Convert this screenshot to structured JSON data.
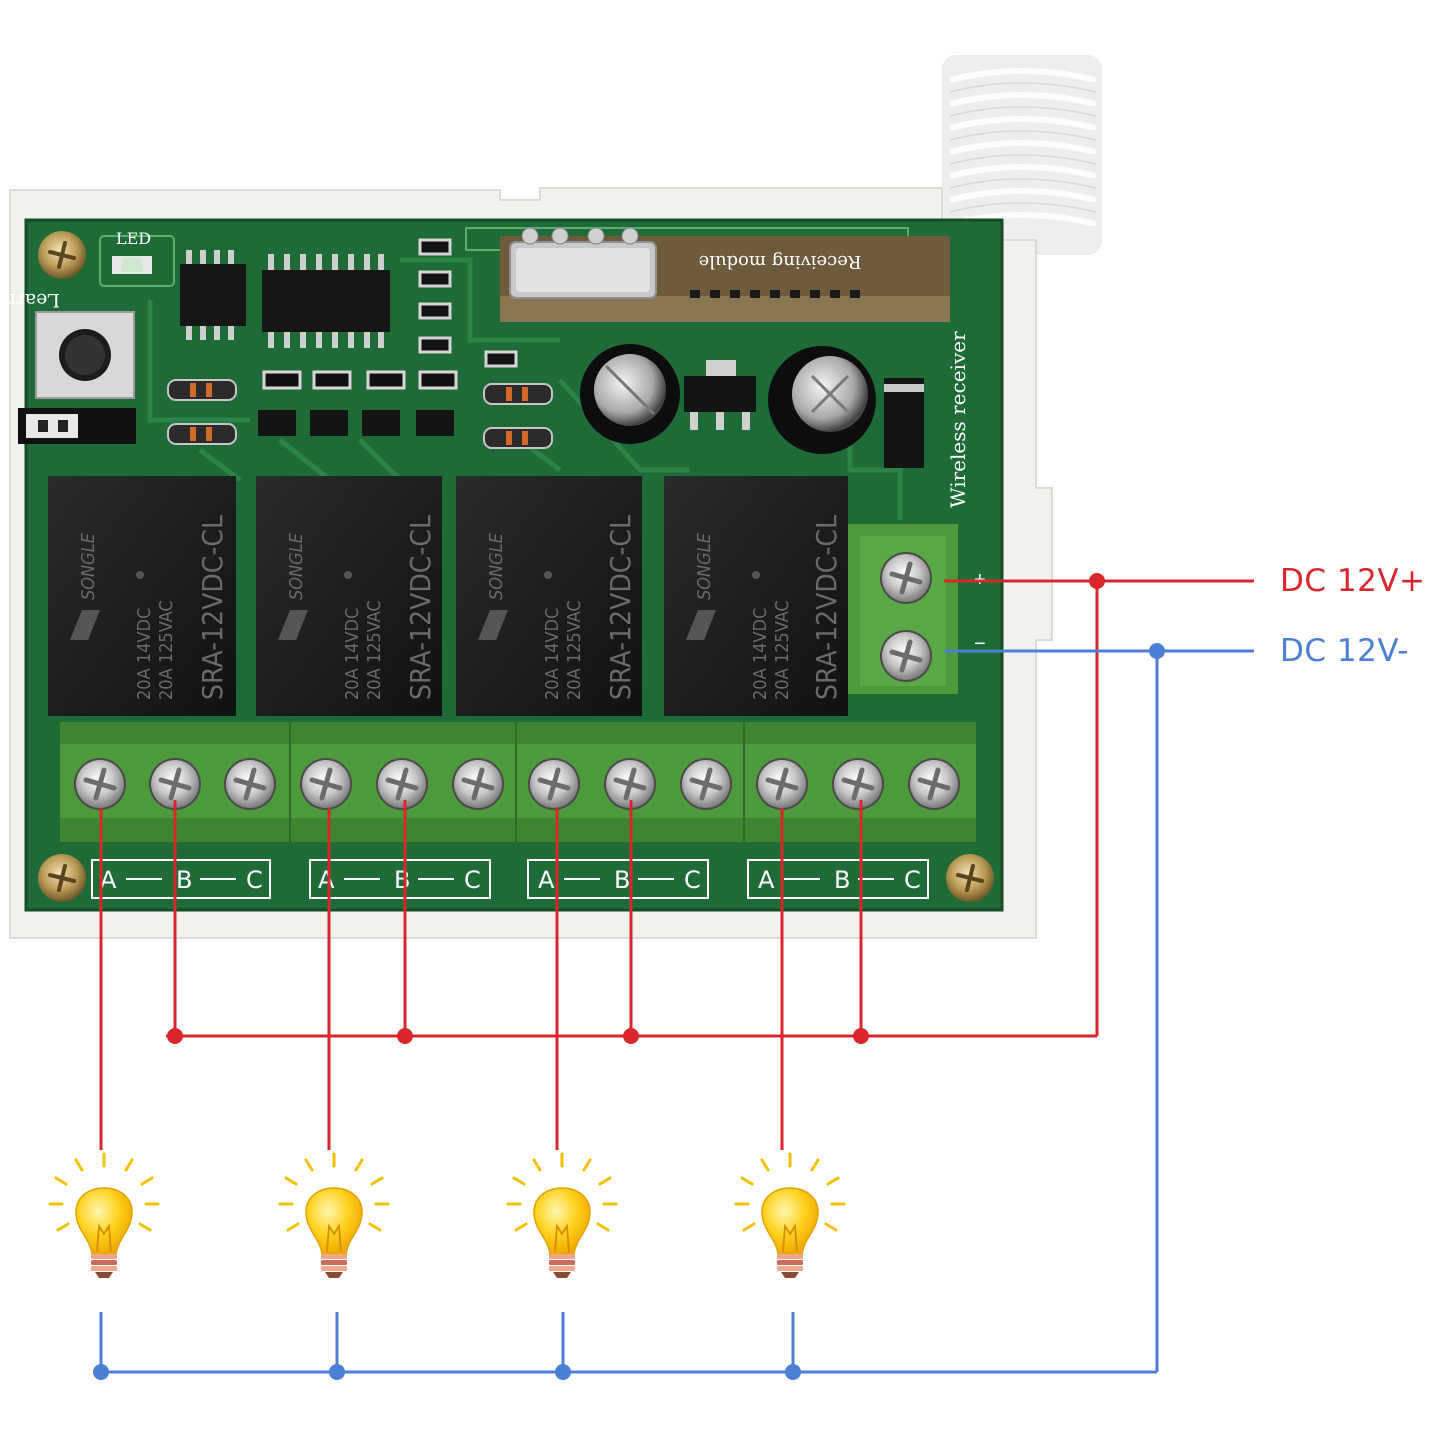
{
  "colors": {
    "positive_wire": "#d9262c",
    "negative_wire": "#4a7fd4",
    "pcb_green": "#1e6b38",
    "terminal_green": "#5aa845",
    "relay_black": "#1a1a1a",
    "housing": "#f1f1ee",
    "bulb_yellow": "#ffd21f"
  },
  "labels": {
    "positive": "DC 12V+",
    "negative": "DC 12V-",
    "power_terminal_plus": "+",
    "power_terminal_minus": "−"
  },
  "board": {
    "led_label": "LED",
    "learn_label": "Learn",
    "module_label": "Receiving module",
    "wireless_label": "Wireless receiver"
  },
  "relays": [
    {
      "brand": "SONGLE",
      "rating_dc": "20A 14VDC",
      "rating_ac": "20A 125VAC",
      "model": "SRA-12VDC-CL"
    },
    {
      "brand": "SONGLE",
      "rating_dc": "20A 14VDC",
      "rating_ac": "20A 125VAC",
      "model": "SRA-12VDC-CL"
    },
    {
      "brand": "SONGLE",
      "rating_dc": "20A 14VDC",
      "rating_ac": "20A 125VAC",
      "model": "SRA-12VDC-CL"
    },
    {
      "brand": "SONGLE",
      "rating_dc": "20A 14VDC",
      "rating_ac": "20A 125VAC",
      "model": "SRA-12VDC-CL"
    }
  ],
  "channel_labels": [
    {
      "a": "A",
      "b": "B",
      "c": "C"
    },
    {
      "a": "A",
      "b": "B",
      "c": "C"
    },
    {
      "a": "A",
      "b": "B",
      "c": "C"
    },
    {
      "a": "A",
      "b": "B",
      "c": "C"
    }
  ],
  "loads": [
    {
      "icon": "light-bulb-icon"
    },
    {
      "icon": "light-bulb-icon"
    },
    {
      "icon": "light-bulb-icon"
    },
    {
      "icon": "light-bulb-icon"
    }
  ]
}
